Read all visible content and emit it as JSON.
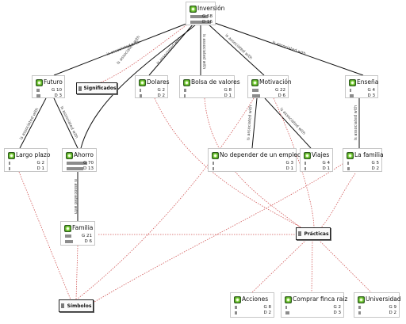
{
  "relation_label": "is associated with",
  "max_count": 70,
  "nodes": {
    "inversion": {
      "title": "Inversión",
      "g": 58,
      "d": 16
    },
    "futuro": {
      "title": "Futuro",
      "g": 10,
      "d": 3
    },
    "dolares": {
      "title": "Dolares",
      "g": 2,
      "d": 2
    },
    "bolsa": {
      "title": "Bolsa de valores",
      "g": 8,
      "d": 1
    },
    "motivacion": {
      "title": "Motivación",
      "g": 22,
      "d": 6
    },
    "ensena": {
      "title": "Enseña",
      "g": 4,
      "d": 3
    },
    "largo": {
      "title": "Largo plazo",
      "g": 2,
      "d": 1
    },
    "ahorro": {
      "title": "Ahorro",
      "g": 70,
      "d": 13
    },
    "nodepender": {
      "title": "No depender de un empleo",
      "g": 3,
      "d": 1
    },
    "viajes": {
      "title": "Viajes",
      "g": 4,
      "d": 1
    },
    "familia_c": {
      "title": "La familia",
      "g": 5,
      "d": 2
    },
    "familia": {
      "title": "Familia",
      "g": 21,
      "d": 6
    },
    "acciones": {
      "title": "Acciones",
      "g": 8,
      "d": 2
    },
    "finca": {
      "title": "Comprar finca raiz",
      "g": 2,
      "d": 3
    },
    "universidad": {
      "title": "Universidad",
      "g": 9,
      "d": 2
    }
  },
  "codes": {
    "significados": "Significados",
    "practicas": "Prácticas",
    "simbolos": "Símbolos"
  }
}
